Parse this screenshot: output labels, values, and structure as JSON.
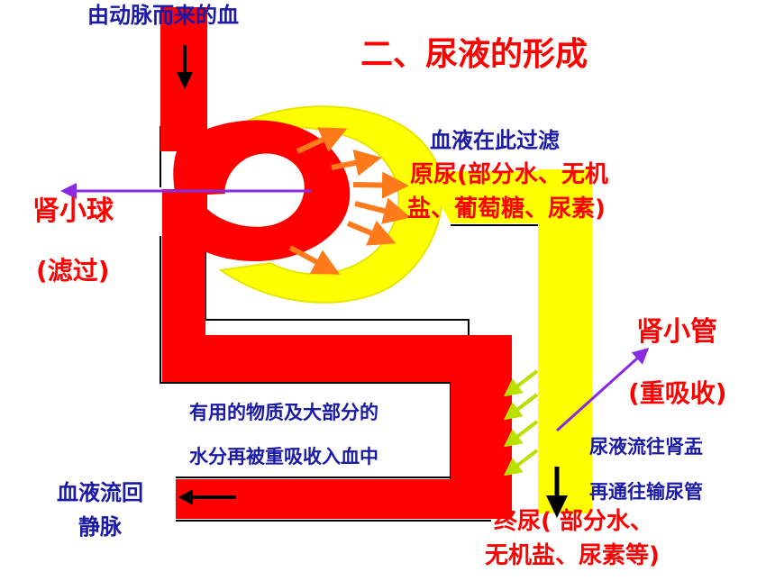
{
  "title": "二、尿液的形成",
  "labels": {
    "arterial_blood": "由动脉而来的血",
    "filter_here": "血液在此过滤",
    "primary_urine_1": "原尿(部分水、无机",
    "primary_urine_2": "盐、葡萄糖、尿素)",
    "glomerulus": "肾小球",
    "filtration": "(滤过)",
    "tubule": "肾小管",
    "reabsorption": "(重吸收)",
    "useful_1": "有用的物质及大部分的",
    "useful_2": "水分再被重吸收入血中",
    "urine_flow_1": "尿液流往肾盂",
    "urine_flow_2": "再通往输尿管",
    "blood_return_1": "血液流回",
    "blood_return_2": "静脉",
    "final_urine_1": "终尿(  部分水、",
    "final_urine_2": "无机盐、尿素等)"
  },
  "colors": {
    "vessel": "#ff0000",
    "capsule": "#ffff00",
    "capsule_shade": "#f2f20a",
    "filtration_arrow": "#ff7a1a",
    "reabsorption_arrow": "#b8e000",
    "pointer": "#8a2be2",
    "flow_arrow": "#000000",
    "title": "#ff0000",
    "label_blue": "#1a1aa6"
  },
  "icons": [
    "down-arrow-icon",
    "left-arrow-icon",
    "filtration-arrow-icon",
    "reabsorption-arrow-icon"
  ]
}
